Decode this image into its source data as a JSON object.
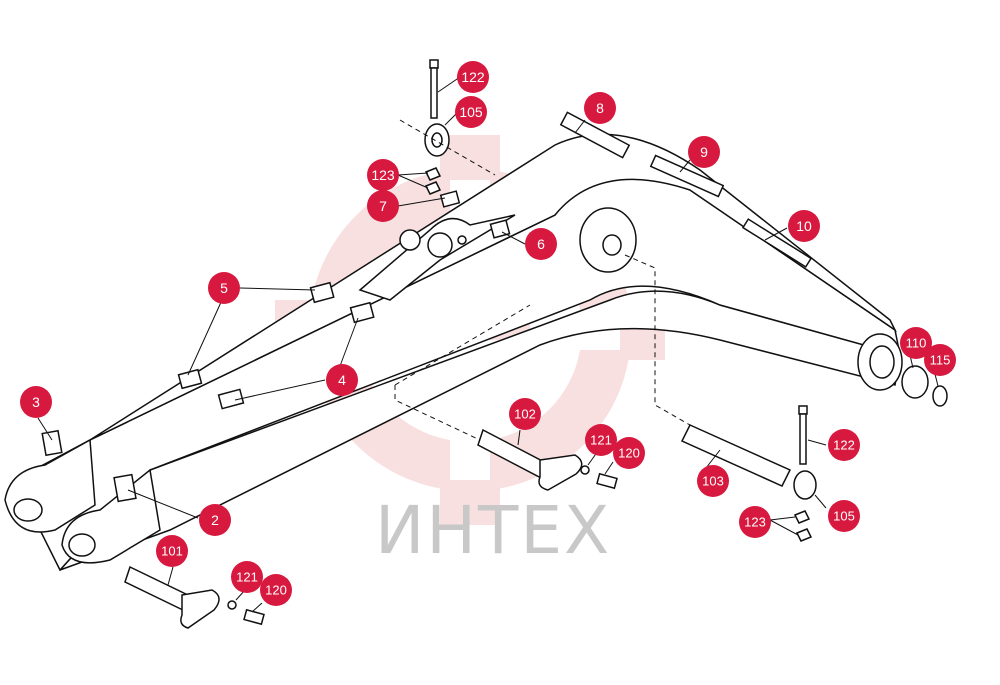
{
  "watermark": {
    "text": "ИНТЕХ"
  },
  "colors": {
    "callout": "#d8193f",
    "line": "#111111",
    "watermark_gear": "#f2c9c9",
    "watermark_text": "#c8c8c8"
  },
  "callouts": [
    {
      "id": "c-122-top",
      "label": "122"
    },
    {
      "id": "c-105-top",
      "label": "105"
    },
    {
      "id": "c-123-top",
      "label": "123"
    },
    {
      "id": "c-7",
      "label": "7"
    },
    {
      "id": "c-8",
      "label": "8"
    },
    {
      "id": "c-9",
      "label": "9"
    },
    {
      "id": "c-10",
      "label": "10"
    },
    {
      "id": "c-6",
      "label": "6"
    },
    {
      "id": "c-5",
      "label": "5"
    },
    {
      "id": "c-4",
      "label": "4"
    },
    {
      "id": "c-3",
      "label": "3"
    },
    {
      "id": "c-2",
      "label": "2"
    },
    {
      "id": "c-101",
      "label": "101"
    },
    {
      "id": "c-121-left",
      "label": "121"
    },
    {
      "id": "c-120-left",
      "label": "120"
    },
    {
      "id": "c-102",
      "label": "102"
    },
    {
      "id": "c-121-mid",
      "label": "121"
    },
    {
      "id": "c-120-mid",
      "label": "120"
    },
    {
      "id": "c-103",
      "label": "103"
    },
    {
      "id": "c-122-right",
      "label": "122"
    },
    {
      "id": "c-105-right",
      "label": "105"
    },
    {
      "id": "c-123-right",
      "label": "123"
    },
    {
      "id": "c-110",
      "label": "110"
    },
    {
      "id": "c-115",
      "label": "115"
    }
  ]
}
